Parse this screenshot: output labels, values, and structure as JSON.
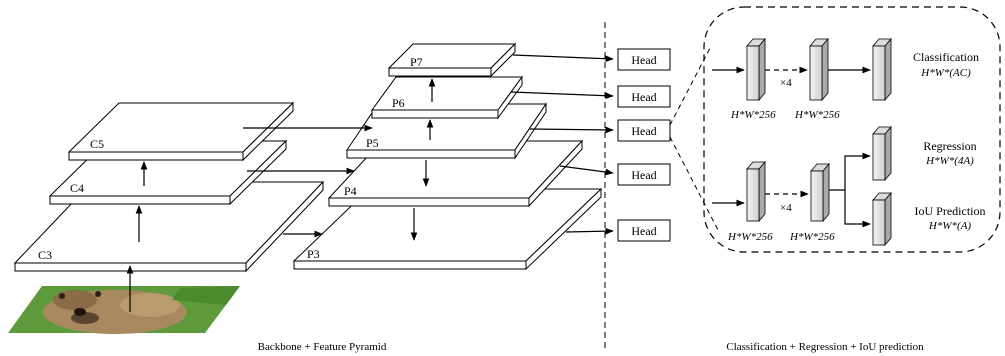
{
  "backbone": {
    "levels": [
      "C3",
      "C4",
      "C5"
    ],
    "caption": "Backbone + Feature Pyramid"
  },
  "pyramid": {
    "levels": [
      "P3",
      "P4",
      "P5",
      "P6",
      "P7"
    ]
  },
  "heads": {
    "label": "Head"
  },
  "head_detail": {
    "caption": "Classification + Regression + IoU prediction",
    "repeat_label": "×4",
    "dims_256": "H*W*256",
    "classification": {
      "title": "Classification",
      "shape": "H*W*(AC)"
    },
    "regression": {
      "title": "Regression",
      "shape": "H*W*(4A)"
    },
    "iou": {
      "title": "IoU Prediction",
      "shape": "H*W*(A)"
    }
  },
  "colors": {
    "line": "#000000",
    "plate_fill": "#ffffff",
    "block_fill": "#e6e6e6",
    "bear_fur": "#a8895f",
    "grass": "#5e9a3c"
  }
}
